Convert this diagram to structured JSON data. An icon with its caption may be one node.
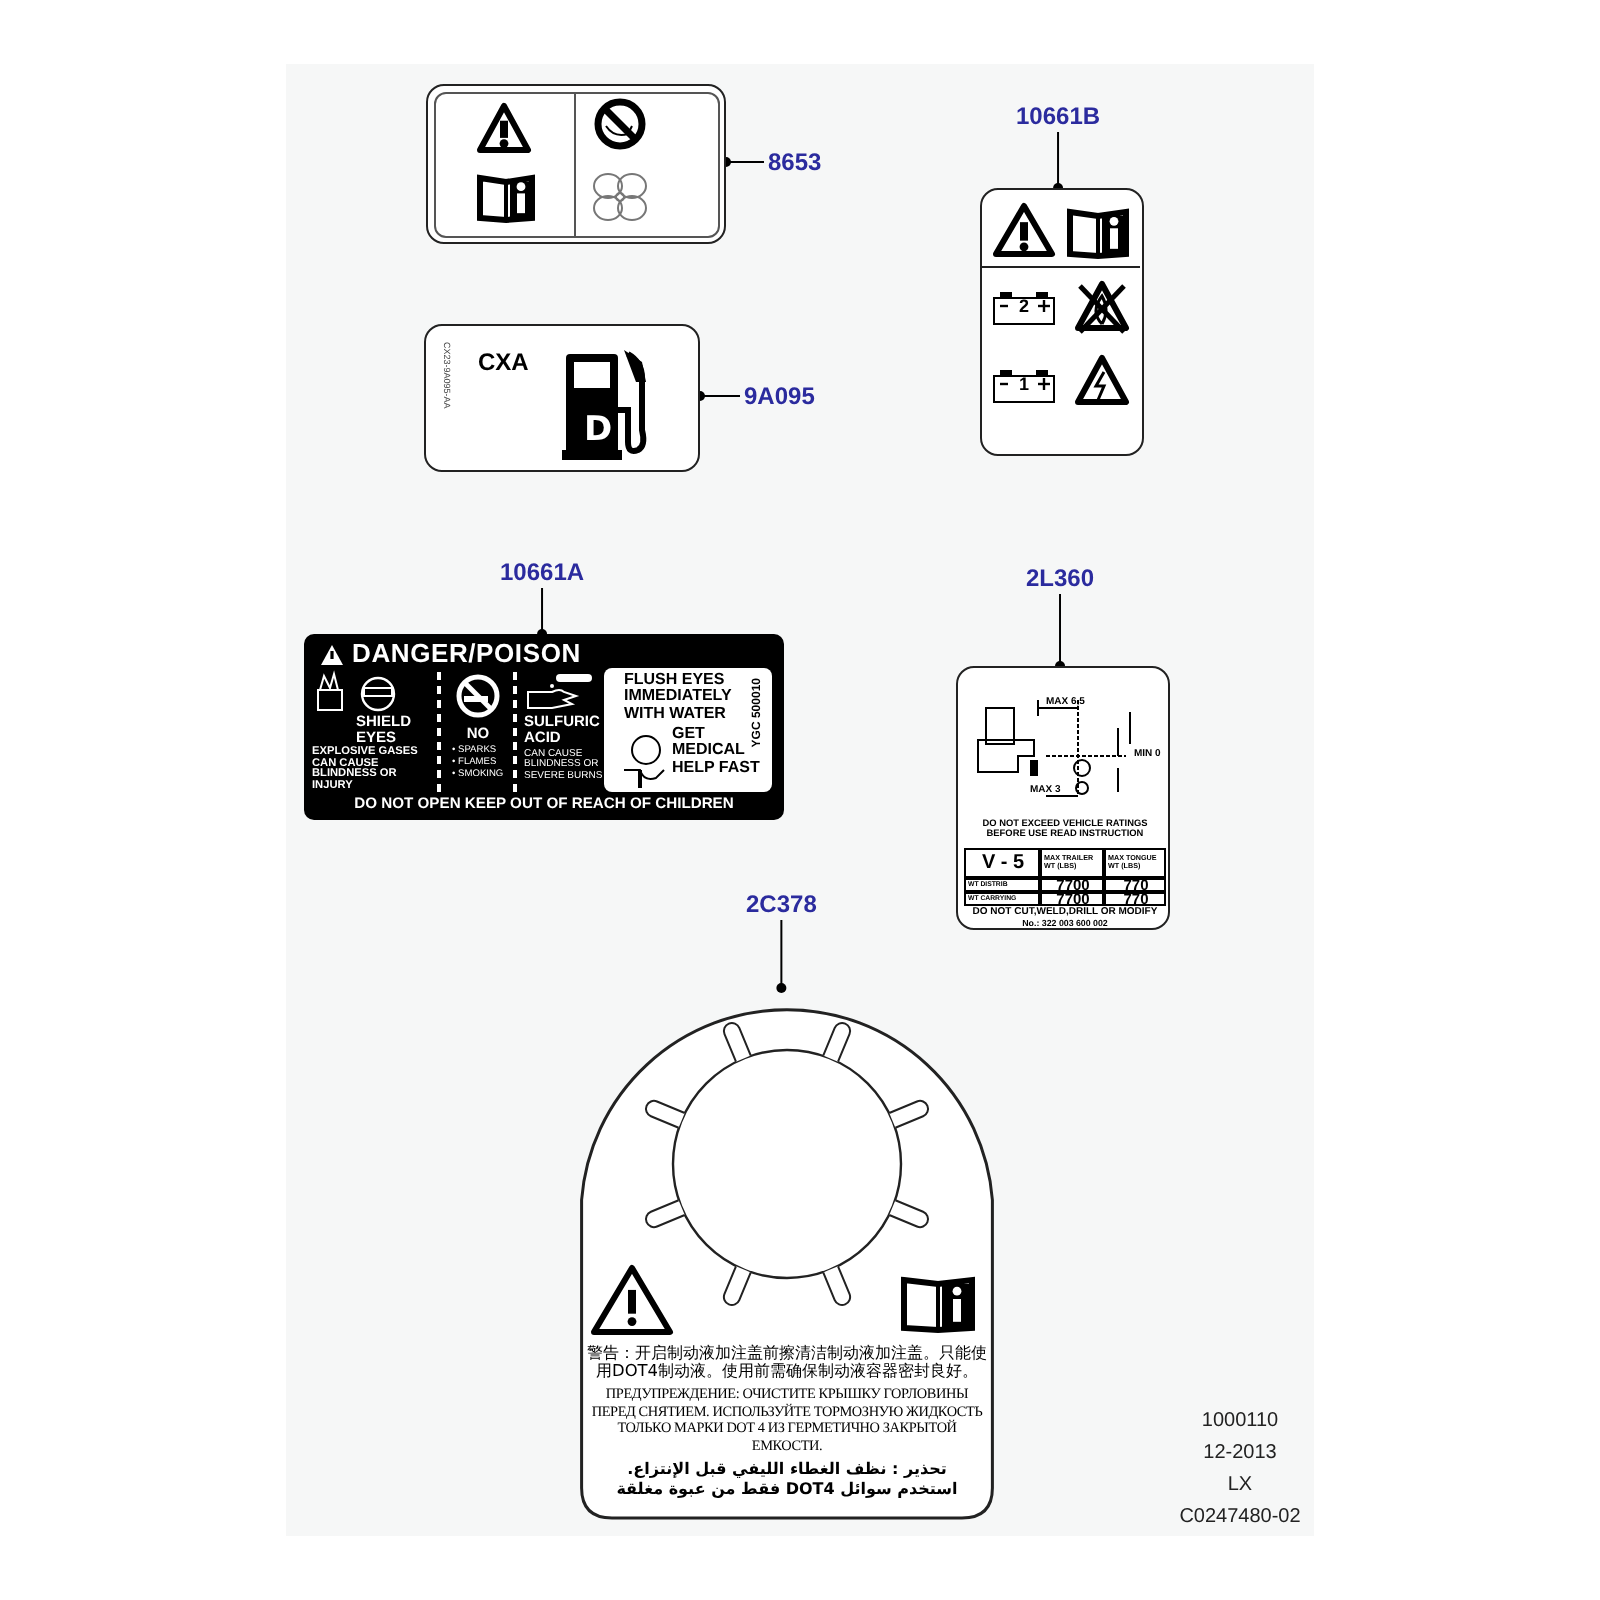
{
  "diagram": {
    "nodes": [
      {
        "text": [],
        "shape": "box"
      },
      {
        "text": [
          "8653"
        ]
      },
      {
        "text": [
          "10661B"
        ]
      },
      {
        "text": [
          "2",
          "1"
        ]
      },
      {
        "text": [
          "CXA",
          "D",
          "CX23-9A095-AA"
        ]
      },
      {
        "text": [
          "9A095"
        ]
      },
      {
        "text": [
          "10661A"
        ]
      },
      {
        "text": [
          "DANGER/POISON",
          "SHIELD EYES",
          "EXPLOSIVE GASES CAN CAUSE BLINDNESS OR INJURY",
          "NO",
          "• SPARKS",
          "• FLAMES",
          "• SMOKING",
          "SULFURIC ACID",
          "CAN CAUSE BLINDNESS OR SEVERE BURNS",
          "FLUSH EYES IMMEDIATELY WITH WATER",
          "GET MEDICAL HELP FAST",
          "YGC 500010",
          "DO NOT OPEN KEEP OUT OF REACH OF CHILDREN"
        ]
      },
      {
        "text": [
          "2L360"
        ]
      },
      {
        "text": [
          "MAX 6,5",
          "MIN 0",
          "MAX 3",
          "DO NOT EXCEED VEHICLE RATINGS BEFORE USE READ INSTRUCTION",
          "V - 5",
          "MAX TRAILER WT (LBS)",
          "MAX TONGUE WT (LBS)",
          "WT DISTRIB",
          "7700",
          "770",
          "WT CARRYING",
          "7700",
          "770",
          "DO NOT CUT,WELD,DRILL OR MODIFY",
          "No.: 322 003 600 002"
        ]
      },
      {
        "text": [
          "2C378"
        ]
      },
      {
        "text": [
          "警告：开启制动液加注盖前擦清洁制动液加注盖。只能使用DOT4制动液。使用前需确保制动液容器密封良好。",
          "ПРЕДУПРЕЖДЕНИЕ: ОЧИСТИТЕ КРЫШКУ ГОРЛОВИНЫ ПЕРЕД СНЯТИЕМ. ИСПОЛЬЗУЙТЕ ТОРМОЗНУЮ ЖИДКОСТЬ ТОЛЬКО МАРКИ DOT 4 ИЗ ГЕРМЕТИЧНО ЗАКРЫТОЙ ЕМКОСТИ.",
          "تحذير : نظف الغطاء الليفي قبل الإنتزاع. استخدم سوائل DOT4 فقط من عبوة مغلقة"
        ]
      }
    ],
    "edges": [
      {
        "from": 1,
        "to": 0,
        "arrow": "other"
      },
      {
        "from": 2,
        "to": 3,
        "arrow": "other"
      },
      {
        "from": 5,
        "to": 4,
        "arrow": "other"
      },
      {
        "from": 6,
        "to": 7,
        "arrow": "other"
      },
      {
        "from": 8,
        "to": 9,
        "arrow": "other"
      },
      {
        "from": 10,
        "to": 11,
        "arrow": "other"
      }
    ],
    "labels": [
      "1000110",
      "12-2013",
      "LX",
      "C0247480-02"
    ]
  }
}
